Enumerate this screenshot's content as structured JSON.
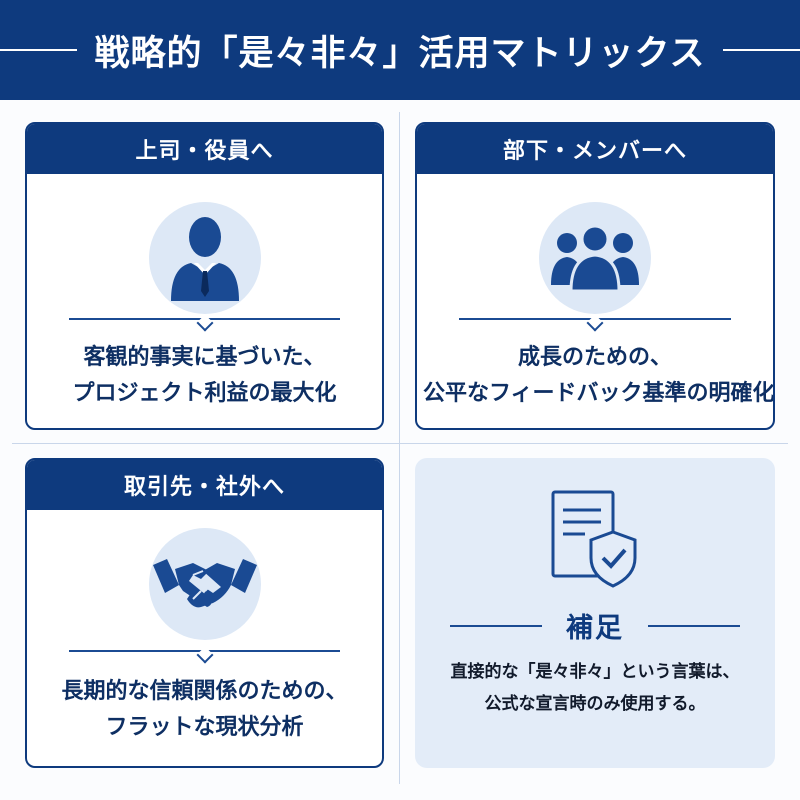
{
  "header": {
    "title": "戦略的「是々非々」活用マトリックス"
  },
  "cards": [
    {
      "heading": "上司・役員へ",
      "icon": "businessman-icon",
      "text_lines": [
        "客観的事実に基づいた、",
        "プロジェクト利益の最大化"
      ]
    },
    {
      "heading": "部下・メンバーへ",
      "icon": "team-group-icon",
      "text_lines": [
        "成長のための、",
        "公平なフィードバック基準の明確化"
      ]
    },
    {
      "heading": "取引先・社外へ",
      "icon": "handshake-icon",
      "text_lines": [
        "長期的な信頼関係のための、",
        "フラットな現状分析"
      ]
    }
  ],
  "note": {
    "icon": "document-shield-icon",
    "title": "補足",
    "text_lines": [
      "直接的な「是々非々」という言葉は、",
      "公式な宣言時のみ使用する。"
    ]
  },
  "colors": {
    "primary": "#0e3a7e",
    "icon_bg": "#dde8f6",
    "note_bg": "#e3ecf8"
  }
}
